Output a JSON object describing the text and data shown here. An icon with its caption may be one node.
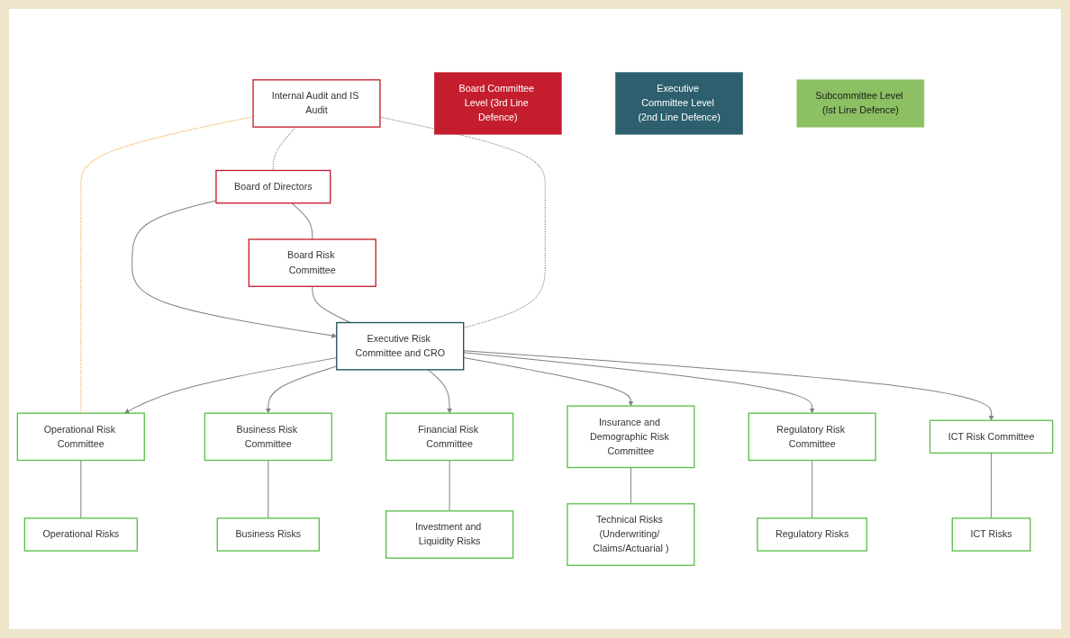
{
  "diagram": {
    "nodes": [
      {
        "text": [
          "Board Committee Level (3rd Line Defence)"
        ]
      },
      {
        "text": [
          "Internal Audit and IS Audit"
        ]
      },
      {
        "text": [
          "Board of Directors"
        ]
      },
      {
        "text": [
          "Board Risk Committee"
        ]
      },
      {
        "text": [
          "Executive Committee Level (2nd Line Defence)"
        ]
      },
      {
        "text": [
          "Executive Risk Committee and CRO"
        ]
      },
      {
        "text": [
          "Subcommittee Level (Ist Line Defence)"
        ]
      },
      {
        "text": [
          "Operational Risk Committee"
        ]
      },
      {
        "text": [
          "Business Risk Committee"
        ]
      },
      {
        "text": [
          "Financial Risk Committee"
        ]
      },
      {
        "text": [
          "Insurance and Demographic Risk Committee"
        ]
      },
      {
        "text": [
          "Regulatory Risk Committee"
        ]
      },
      {
        "text": [
          "ICT Risk Committee"
        ]
      },
      {
        "text": [
          "Operational Risks"
        ]
      },
      {
        "text": [
          "Business Risks"
        ]
      },
      {
        "text": [
          "Investment and Liquidity Risks"
        ]
      },
      {
        "text": [
          "Technical Risks (Underwriting/ Claims/Actuarial )"
        ]
      },
      {
        "text": [
          "Regulatory Risks"
        ]
      },
      {
        "text": [
          "ICT Risks"
        ]
      }
    ],
    "edges": [
      {
        "from": 1,
        "to": 2,
        "arrow": "none",
        "style": "dashed"
      },
      {
        "from": 2,
        "to": 3,
        "arrow": "none"
      },
      {
        "from": 2,
        "to": 5,
        "arrow": "to"
      },
      {
        "from": 3,
        "to": 5,
        "arrow": "none"
      },
      {
        "from": 1,
        "to": 5,
        "arrow": "none",
        "style": "dashed"
      },
      {
        "from": 1,
        "to": 7,
        "arrow": "none",
        "style": "dashed",
        "color": "#f0a030"
      },
      {
        "from": 5,
        "to": 7,
        "arrow": "to"
      },
      {
        "from": 5,
        "to": 8,
        "arrow": "to"
      },
      {
        "from": 5,
        "to": 9,
        "arrow": "to"
      },
      {
        "from": 5,
        "to": 10,
        "arrow": "to"
      },
      {
        "from": 5,
        "to": 11,
        "arrow": "to"
      },
      {
        "from": 5,
        "to": 12,
        "arrow": "to"
      },
      {
        "from": 7,
        "to": 13,
        "arrow": "none"
      },
      {
        "from": 8,
        "to": 14,
        "arrow": "none"
      },
      {
        "from": 9,
        "to": 15,
        "arrow": "none"
      },
      {
        "from": 10,
        "to": 16,
        "arrow": "none"
      },
      {
        "from": 11,
        "to": 17,
        "arrow": "none"
      },
      {
        "from": 12,
        "to": 18,
        "arrow": "none"
      }
    ]
  }
}
